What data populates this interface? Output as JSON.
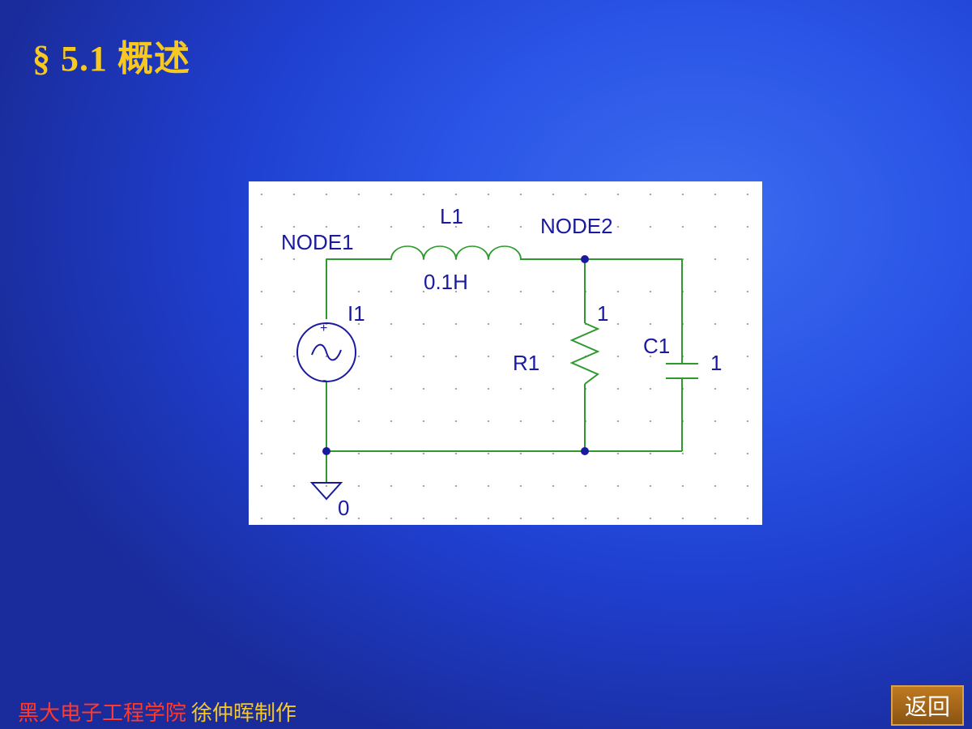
{
  "slide": {
    "title": "§ 5.1 概述"
  },
  "diagram": {
    "nodes": {
      "node1": "NODE1",
      "node2": "NODE2",
      "ground": "0"
    },
    "inductor": {
      "name": "L1",
      "value": "0.1H"
    },
    "source": {
      "name": "I1",
      "plus": "+",
      "minus": "-"
    },
    "resistor": {
      "name": "R1",
      "value": "1"
    },
    "capacitor": {
      "name": "C1",
      "value": "1"
    },
    "colors": {
      "wire": "#2e9a2e",
      "node_dot": "#1a1aa0",
      "label": "#1a1aa0",
      "source_symbol": "#1a1aa0",
      "grid_dot": "#9a9a9a"
    }
  },
  "footer": {
    "organization": "黑大电子工程学院",
    "author": "徐仲晖制作"
  },
  "nav": {
    "back_label": "返回"
  },
  "colors": {
    "title": "#f7c820",
    "footer_org": "#ff3a2a",
    "button_bg": "#a8681a"
  }
}
